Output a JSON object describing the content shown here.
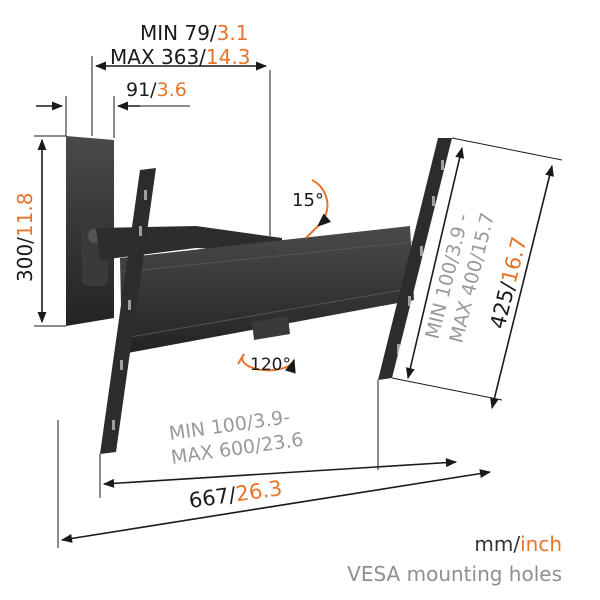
{
  "dimensions": {
    "depth": {
      "min_prefix": "MIN 79/",
      "min_inch": "3.1",
      "max_prefix": "MAX 363/",
      "max_inch": "14.3"
    },
    "plate_width": {
      "mm": "91/",
      "inch": "3.6"
    },
    "plate_height": {
      "mm": "300/",
      "inch": "11.8"
    },
    "vesa_vertical": {
      "line1_mm": "MIN 100/",
      "line1_inch": "3.9 -",
      "line2_mm": "MAX 400/",
      "line2_inch": "15.7"
    },
    "arm_height": {
      "mm": "425/",
      "inch": "16.7"
    },
    "vesa_horizontal": {
      "line1_mm": "MIN 100/",
      "line1_inch": "3.9-",
      "line2_mm": "MAX 600/",
      "line2_inch": "23.6"
    },
    "overall_width": {
      "mm": "667/",
      "inch": "26.3"
    }
  },
  "angles": {
    "tilt": "15°",
    "swivel": "120°"
  },
  "legend": {
    "units_mm": "mm/",
    "units_inch": "inch",
    "caption": "VESA mounting holes"
  },
  "colors": {
    "accent": "#e8742a",
    "bracket": "#2f2f2f",
    "text": "#1a1a1a",
    "muted": "#9a9a9a"
  }
}
